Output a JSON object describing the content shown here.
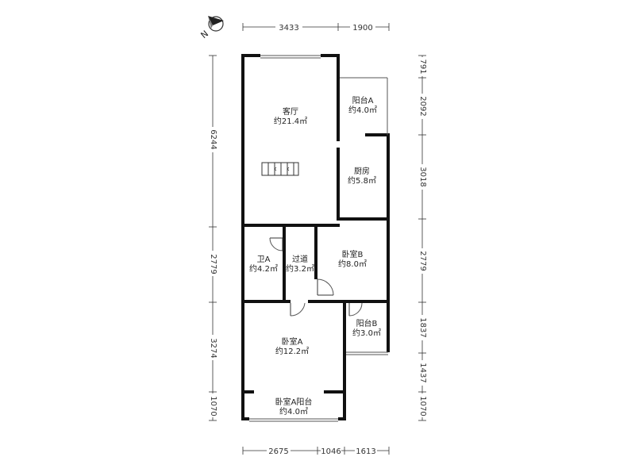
{
  "compass": {
    "label": "N"
  },
  "rooms": {
    "living": {
      "name": "客厅",
      "area": "约21.4㎡"
    },
    "balcony_a": {
      "name": "阳台A",
      "area": "约4.0㎡"
    },
    "kitchen": {
      "name": "厨房",
      "area": "约5.8㎡"
    },
    "bath_a": {
      "name": "卫A",
      "area": "约4.2㎡"
    },
    "corridor": {
      "name": "过道",
      "area": "约3.2㎡"
    },
    "bedroom_b": {
      "name": "卧室B",
      "area": "约8.0㎡"
    },
    "balcony_b": {
      "name": "阳台B",
      "area": "约3.0㎡"
    },
    "bedroom_a": {
      "name": "卧室A",
      "area": "约12.2㎡"
    },
    "bedroom_a_balcony": {
      "name": "卧室A阳台",
      "area": "约4.0㎡"
    }
  },
  "dimensions": {
    "top": [
      "3433",
      "1900"
    ],
    "bottom": [
      "2675",
      "1046",
      "1613"
    ],
    "left": [
      "6244",
      "2779",
      "3274",
      "1070"
    ],
    "right": [
      "791",
      "2092",
      "3018",
      "2779",
      "1837",
      "1437",
      "1070"
    ]
  }
}
